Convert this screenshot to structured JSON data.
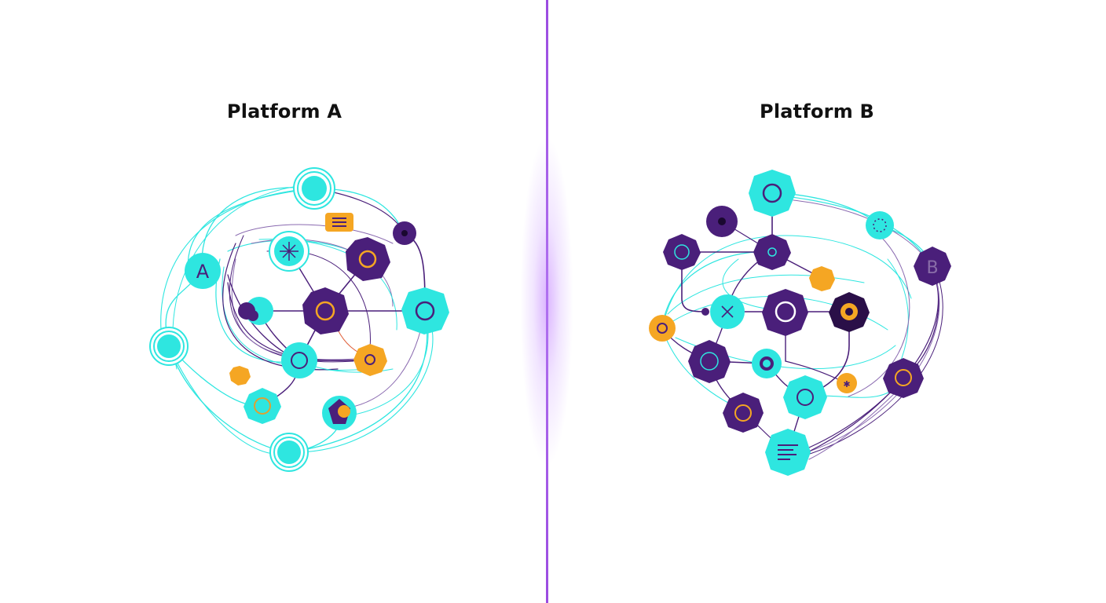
{
  "colors": {
    "cyan": "#2ee6e0",
    "purple": "#4a1f7a",
    "orange": "#f5a623",
    "divider": "#a04ee6"
  },
  "platform_a": {
    "title": "Platform A",
    "badge_label": "A"
  },
  "platform_b": {
    "title": "Platform B",
    "badge_label": "B"
  }
}
